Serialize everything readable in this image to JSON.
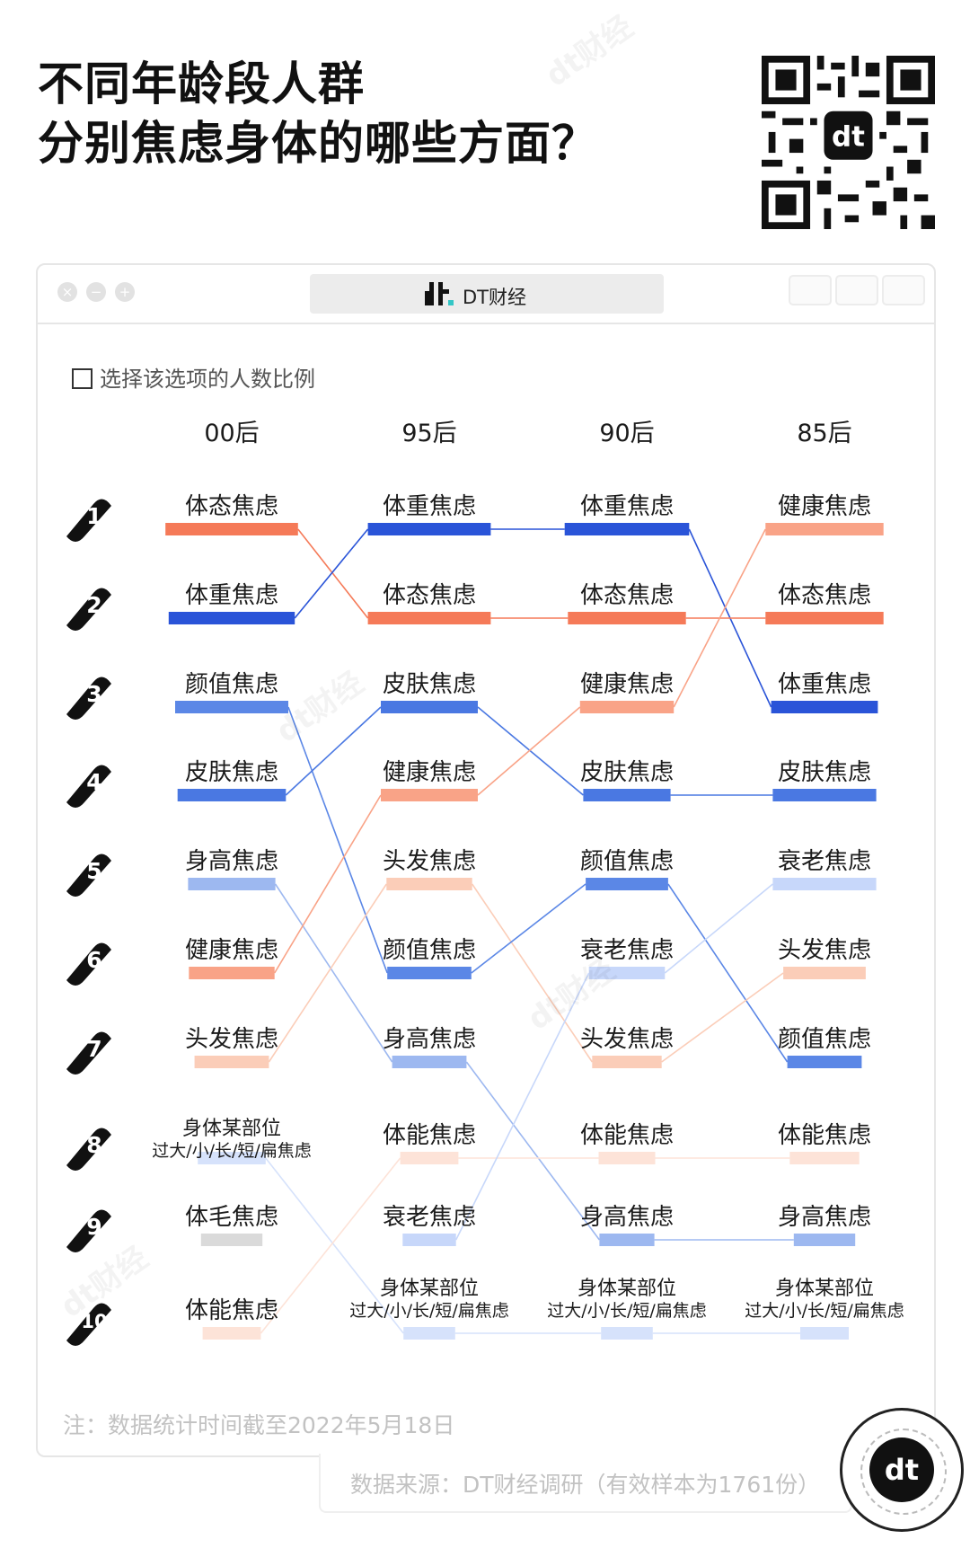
{
  "title": {
    "line1": "不同年龄段人群",
    "line2": "分别焦虑身体的哪些方面？"
  },
  "window": {
    "brand": "DT财经"
  },
  "legend": {
    "label": "选择该选项的人数比例"
  },
  "note": "注：数据统计时间截至2022年5月18日",
  "source": "数据来源：DT财经调研（有效样本为1761份）",
  "badge": {
    "logo_text": "dt"
  },
  "chart_data": {
    "type": "bump",
    "columns": [
      "00后",
      "95后",
      "90后",
      "85后"
    ],
    "ranks": [
      "1",
      "2",
      "3",
      "4",
      "5",
      "6",
      "7",
      "8",
      "9",
      "10"
    ],
    "rankings": [
      [
        "体态焦虑",
        "体重焦虑",
        "颜值焦虑",
        "皮肤焦虑",
        "身高焦虑",
        "健康焦虑",
        "头发焦虑",
        "身体某部位\n过大/小/长/短/扁焦虑",
        "体毛焦虑",
        "体能焦虑"
      ],
      [
        "体重焦虑",
        "体态焦虑",
        "皮肤焦虑",
        "健康焦虑",
        "头发焦虑",
        "颜值焦虑",
        "身高焦虑",
        "体能焦虑",
        "衰老焦虑",
        "身体某部位\n过大/小/长/短/扁焦虑"
      ],
      [
        "体重焦虑",
        "体态焦虑",
        "健康焦虑",
        "皮肤焦虑",
        "颜值焦虑",
        "衰老焦虑",
        "头发焦虑",
        "体能焦虑",
        "身高焦虑",
        "身体某部位\n过大/小/长/短/扁焦虑"
      ],
      [
        "健康焦虑",
        "体态焦虑",
        "体重焦虑",
        "皮肤焦虑",
        "衰老焦虑",
        "头发焦虑",
        "颜值焦虑",
        "体能焦虑",
        "身高焦虑",
        "身体某部位\n过大/小/长/短/扁焦虑"
      ]
    ],
    "category_colors": {
      "体态焦虑": "#f57a58",
      "体重焦虑": "#2a54d8",
      "颜值焦虑": "#5b87e6",
      "皮肤焦虑": "#4a78e2",
      "身高焦虑": "#9db8f0",
      "健康焦虑": "#f9a387",
      "头发焦虑": "#fbcdb8",
      "身体某部位\n过大/小/长/短/扁焦虑": "#d6e2fb",
      "体毛焦虑": "#dadada",
      "体能焦虑": "#fde3d8",
      "衰老焦虑": "#c7d7fa"
    },
    "bar_share": [
      [
        0.82,
        0.78,
        0.7,
        0.67,
        0.54,
        0.53,
        0.46,
        0.42,
        0.38,
        0.36
      ],
      [
        0.76,
        0.76,
        0.6,
        0.6,
        0.53,
        0.52,
        0.46,
        0.36,
        0.33,
        0.32
      ],
      [
        0.77,
        0.73,
        0.58,
        0.54,
        0.51,
        0.47,
        0.43,
        0.35,
        0.34,
        0.32
      ],
      [
        0.73,
        0.73,
        0.66,
        0.64,
        0.64,
        0.51,
        0.46,
        0.43,
        0.38,
        0.3
      ]
    ]
  }
}
